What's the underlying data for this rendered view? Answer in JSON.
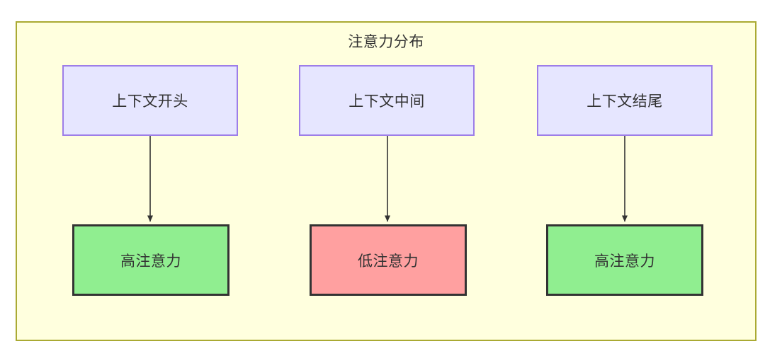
{
  "diagram": {
    "title": "注意力分布",
    "container": {
      "fill": "#ffffde",
      "stroke": "#aaaa33"
    },
    "nodes": [
      {
        "id": "ctx-start",
        "label": "上下文开头",
        "row": "context",
        "fill": "#e6e6ff",
        "stroke": "#9d7ee8"
      },
      {
        "id": "ctx-middle",
        "label": "上下文中间",
        "row": "context",
        "fill": "#e6e6ff",
        "stroke": "#9d7ee8"
      },
      {
        "id": "ctx-end",
        "label": "上下文结尾",
        "row": "context",
        "fill": "#e6e6ff",
        "stroke": "#9d7ee8"
      },
      {
        "id": "attn-high-start",
        "label": "高注意力",
        "row": "attention",
        "fill": "#90ee90",
        "stroke": "#333333"
      },
      {
        "id": "attn-low-middle",
        "label": "低注意力",
        "row": "attention",
        "fill": "#ffa0a0",
        "stroke": "#333333"
      },
      {
        "id": "attn-high-end",
        "label": "高注意力",
        "row": "attention",
        "fill": "#90ee90",
        "stroke": "#333333"
      }
    ],
    "edges": [
      {
        "id": "edge-start",
        "from": "ctx-start",
        "to": "attn-high-start",
        "label": ""
      },
      {
        "id": "edge-middle",
        "from": "ctx-middle",
        "to": "attn-low-middle",
        "label": ""
      },
      {
        "id": "edge-end",
        "from": "ctx-end",
        "to": "attn-high-end",
        "label": ""
      }
    ],
    "edge_color": "#333333"
  }
}
